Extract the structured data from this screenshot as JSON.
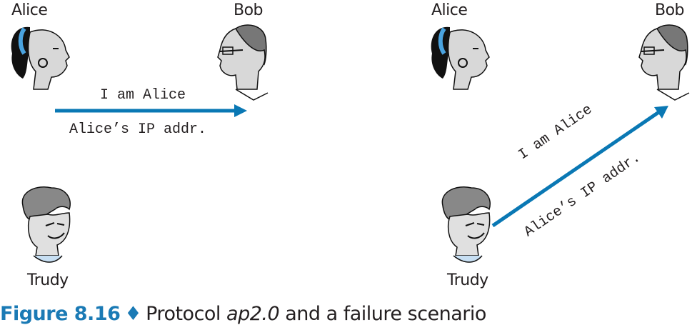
{
  "colors": {
    "arrow": "#0a78b4",
    "caption": "#1a7ab5"
  },
  "left": {
    "alice": "Alice",
    "bob": "Bob",
    "trudy": "Trudy",
    "msg1": "I am Alice",
    "msg2": "Alice’s IP addr."
  },
  "right": {
    "alice": "Alice",
    "bob": "Bob",
    "trudy": "Trudy",
    "msg1": "I am Alice",
    "msg2": "Alice’s IP addr."
  },
  "caption": {
    "figure": "Figure 8.16",
    "separator": "♦",
    "text_before": "Protocol",
    "protocol": "ap2.0",
    "text_after": "and a failure scenario"
  }
}
